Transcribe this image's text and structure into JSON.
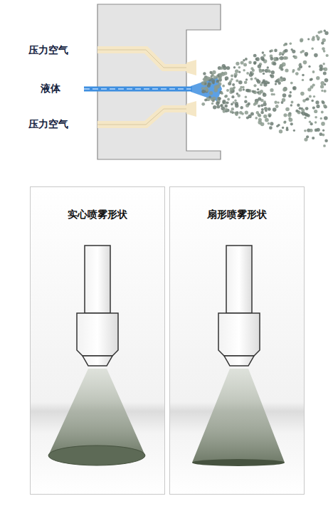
{
  "diagram": {
    "nodes": [
      {
        "text": [
          "实心喷雾形状"
        ]
      },
      {
        "text": [
          "扇形喷雾形状"
        ]
      }
    ],
    "labels": [
      "压力空气",
      "液体",
      "压力空气"
    ]
  }
}
